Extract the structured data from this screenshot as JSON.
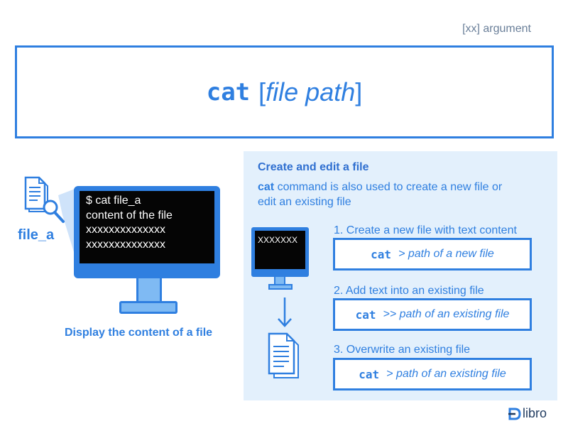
{
  "argument_note": "[xx] argument",
  "header": {
    "command": "cat",
    "bracket_open": "[",
    "argument": "file path",
    "bracket_close": "]"
  },
  "left": {
    "file_label": "file_a",
    "screen_lines": [
      "$ cat file_a",
      "content of the file",
      "xxxxxxxxxxxxxx",
      "xxxxxxxxxxxxxx"
    ],
    "caption": "Display the content of a file"
  },
  "panel": {
    "title": "Create and edit a file",
    "desc_command": "cat",
    "desc_rest": " command is also used to create a new file or edit an existing file",
    "mini_screen_text": "XXXXXXX",
    "steps": [
      {
        "label": "1. Create a new file with text content",
        "command": "cat",
        "operator_arg": "> path of a new file"
      },
      {
        "label": "2. Add text into an existing file",
        "command": "cat",
        "operator_arg": ">> path of an existing file"
      },
      {
        "label": "3. Overwrite an existing file",
        "command": "cat",
        "operator_arg": "> path of an existing file"
      }
    ]
  },
  "logo": {
    "text": "libro"
  },
  "colors": {
    "accent": "#2f7fe0",
    "panel_bg": "#e3f0fc",
    "screen_bg": "#050505",
    "light_blue": "#7fbaf3"
  }
}
